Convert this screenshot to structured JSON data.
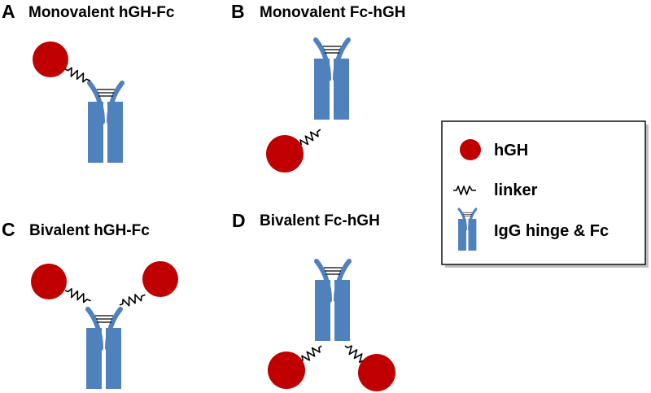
{
  "panels": [
    {
      "letter": "A",
      "title": "Monovalent hGH-Fc"
    },
    {
      "letter": "B",
      "title": "Monovalent Fc-hGH"
    },
    {
      "letter": "C",
      "title": "Bivalent hGH-Fc"
    },
    {
      "letter": "D",
      "title": "Bivalent Fc-hGH"
    }
  ],
  "legend": {
    "hgh_label": "hGH",
    "linker_label": "linker",
    "fc_label": "IgG hinge & Fc"
  },
  "colors": {
    "hgh": "#c00000",
    "fc": "#4f81bd",
    "fc_stroke": "#3f6fa8",
    "linker": "#000000",
    "legend_border": "#000000",
    "legend_shadow": "#bfbfbf"
  }
}
